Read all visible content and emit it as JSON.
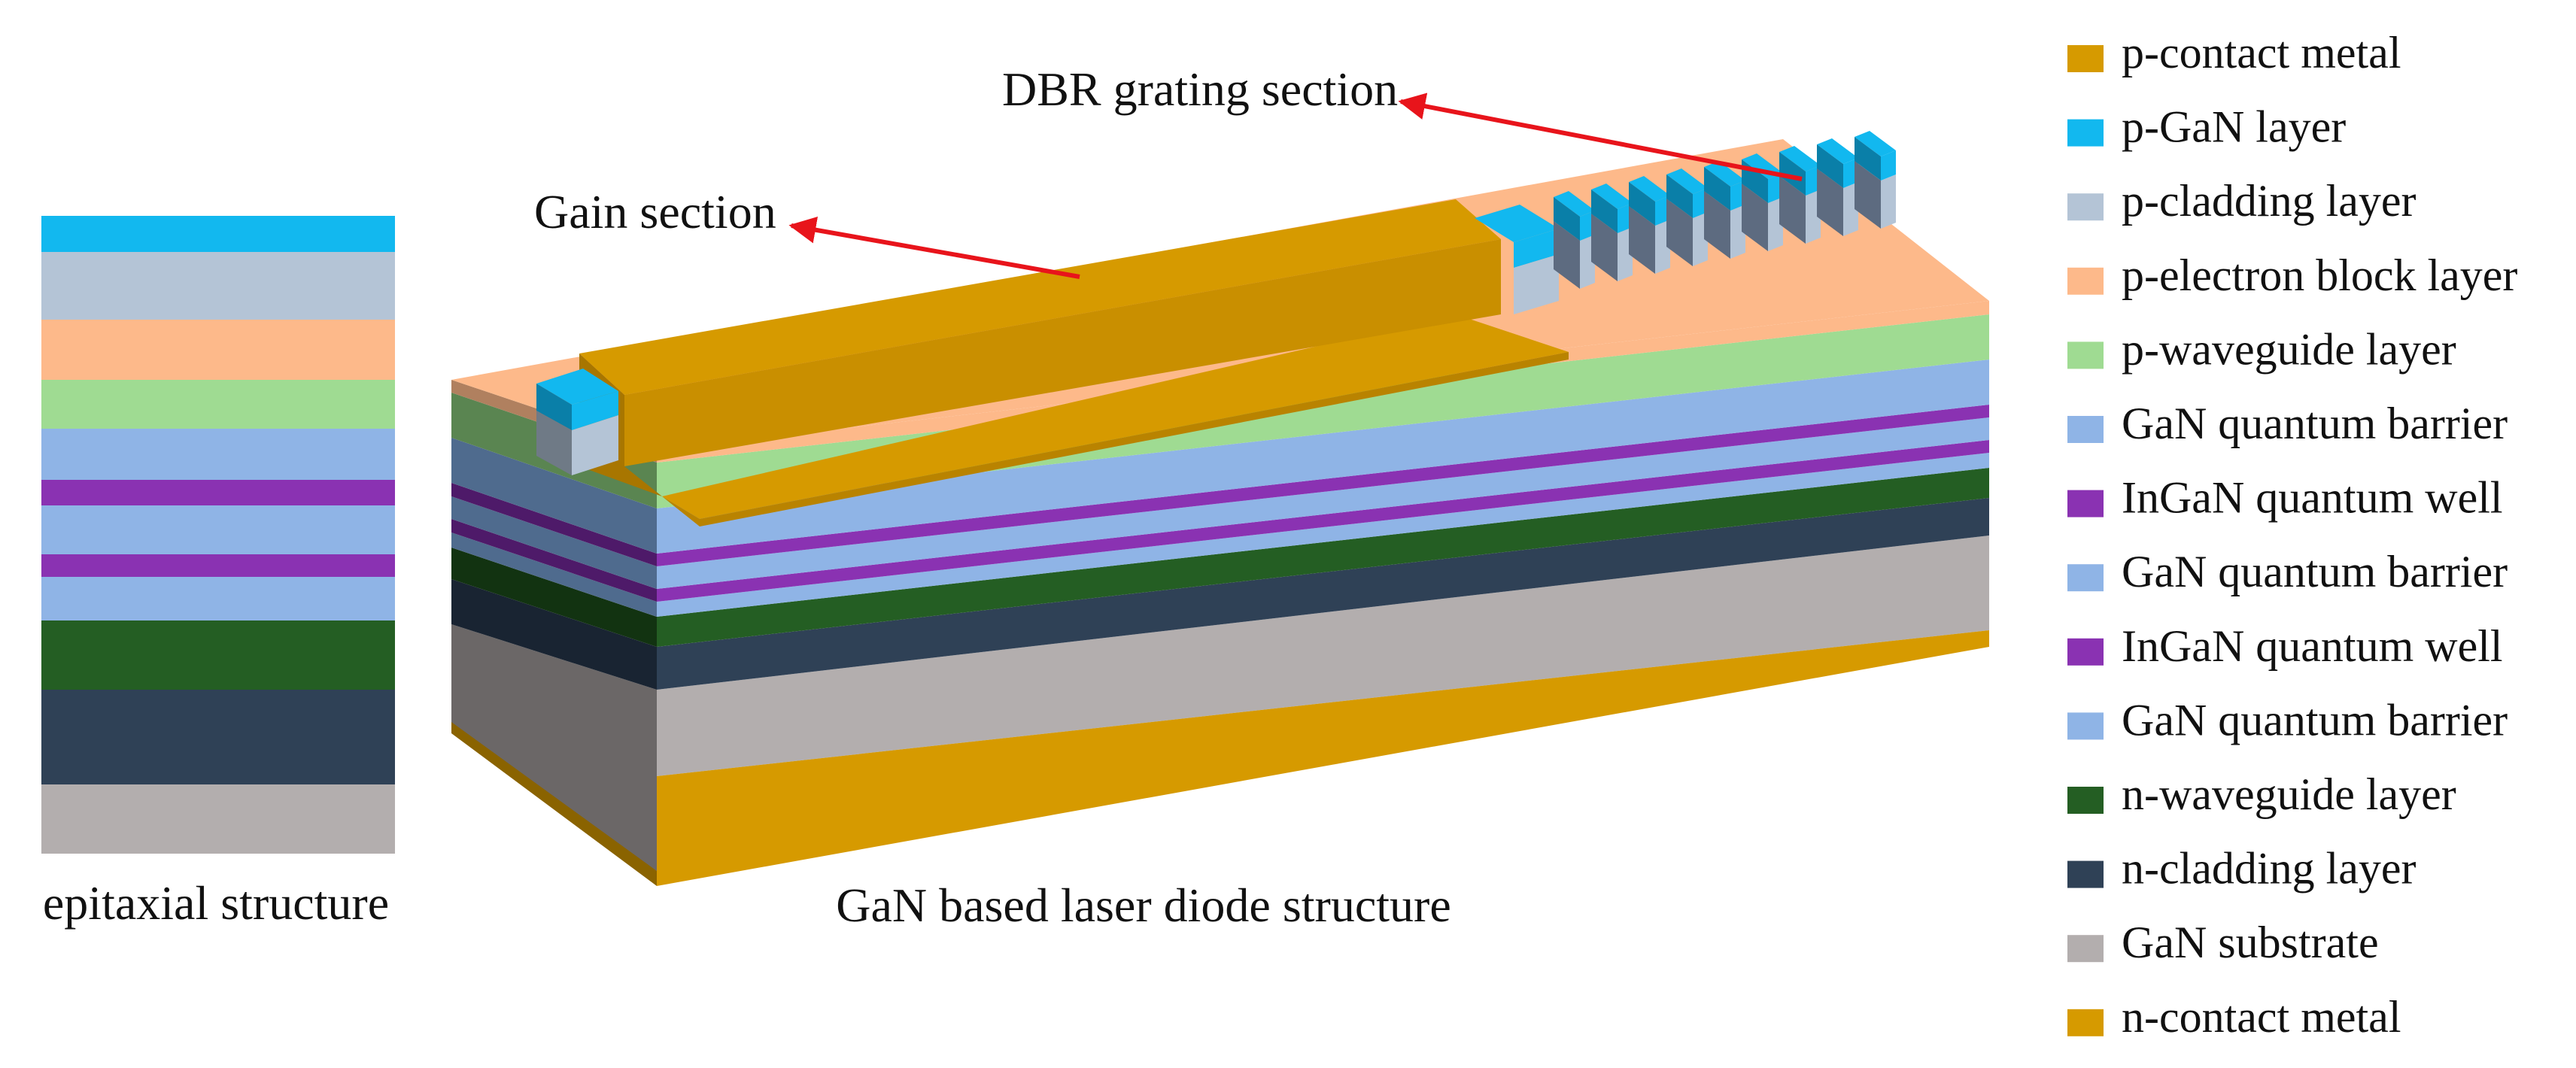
{
  "captions": {
    "epitaxial": "epitaxial structure",
    "device": "GaN based laser diode structure"
  },
  "annotations": {
    "gain": "Gain section",
    "dbr": "DBR grating section",
    "arrow_color": "#e8141b"
  },
  "legend": [
    {
      "label": "p-contact metal",
      "color": "#d69a00"
    },
    {
      "label": "p-GaN layer",
      "color": "#12b8ef"
    },
    {
      "label": "p-cladding layer",
      "color": "#b4c4d6"
    },
    {
      "label": "p-electron block layer",
      "color": "#fdb98a"
    },
    {
      "label": "p-waveguide layer",
      "color": "#9fdb92"
    },
    {
      "label": "GaN quantum barrier",
      "color": "#8fb4e6"
    },
    {
      "label": "InGaN quantum well",
      "color": "#8a32b2"
    },
    {
      "label": "GaN quantum barrier",
      "color": "#8fb4e6"
    },
    {
      "label": "InGaN quantum well",
      "color": "#8a32b2"
    },
    {
      "label": "GaN quantum barrier",
      "color": "#8fb4e6"
    },
    {
      "label": "n-waveguide layer",
      "color": "#245e23"
    },
    {
      "label": "n-cladding layer",
      "color": "#2f4156"
    },
    {
      "label": "GaN substrate",
      "color": "#b3aeae"
    },
    {
      "label": "n-contact metal",
      "color": "#d69a00"
    }
  ]
}
